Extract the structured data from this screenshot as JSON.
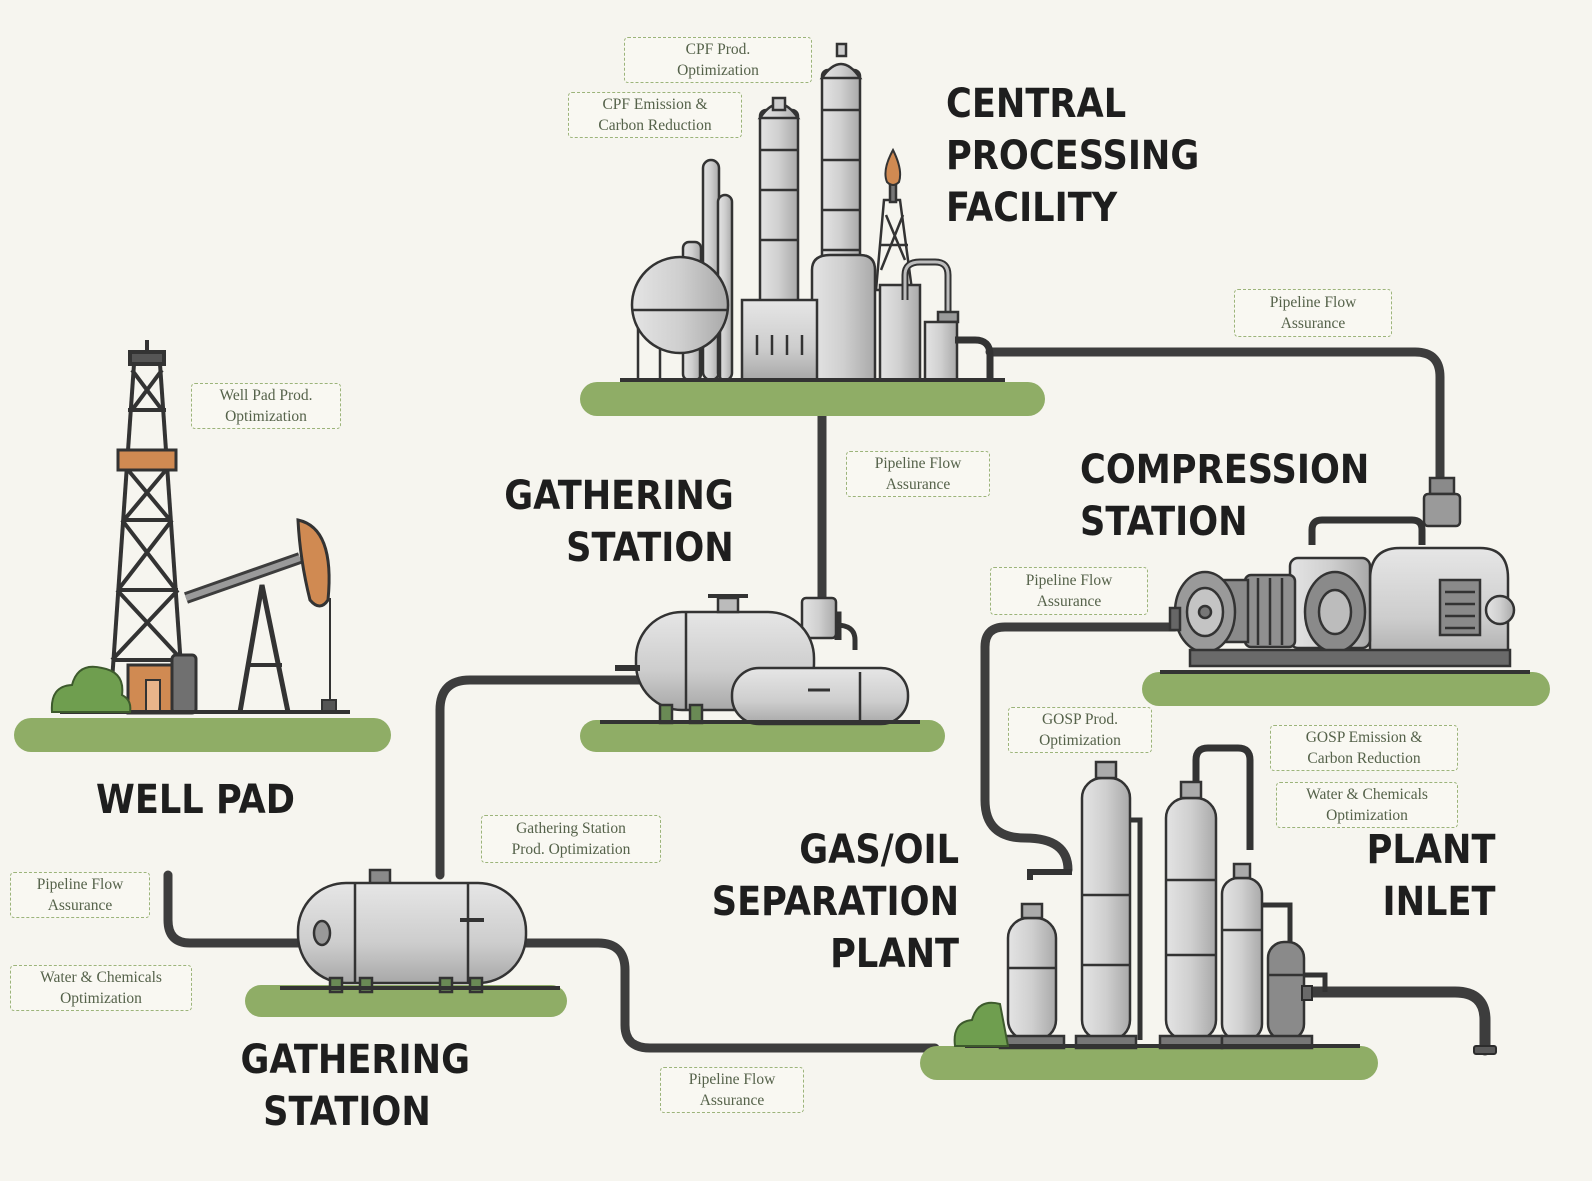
{
  "diagram": {
    "title": "",
    "colors": {
      "background": "#f6f5ef",
      "ground": "#8fad66",
      "pipe": "#3d3d3d",
      "equipment": "#c8c8c8",
      "outline": "#333333",
      "accent_orange": "#d08a52",
      "bush": "#6f9e4f",
      "tag_border": "#9cb47a"
    },
    "facilities": {
      "central_processing": {
        "label": [
          "CENTRAL",
          "PROCESSING",
          "FACILITY"
        ],
        "icon": "refinery-icon"
      },
      "gathering_station_upper": {
        "label": [
          "GATHERING",
          "STATION"
        ],
        "icon": "separator-tanks-icon"
      },
      "compression_station": {
        "label": [
          "COMPRESSION",
          "STATION"
        ],
        "icon": "compressor-icon"
      },
      "well_pad": {
        "label": [
          "WELL PAD"
        ],
        "icon": "drilling-rig-icon"
      },
      "gas_oil_separation_plant": {
        "label": [
          "GAS/OIL",
          "SEPARATION",
          "PLANT"
        ],
        "icon": "separation-columns-icon"
      },
      "plant_inlet": {
        "label": [
          "PLANT",
          "INLET"
        ],
        "icon": "inlet-pipe-icon"
      },
      "gathering_station_lower": {
        "label": [
          "GATHERING",
          "STATION"
        ],
        "icon": "storage-tank-icon"
      }
    },
    "tags": {
      "cpf_prod": [
        "CPF Prod.",
        "Optimization"
      ],
      "cpf_emission": [
        "CPF Emission &",
        "Carbon Reduction"
      ],
      "pipeline_cpf_compression": [
        "Pipeline Flow",
        "Assurance"
      ],
      "well_pad_prod": [
        "Well Pad Prod.",
        "Optimization"
      ],
      "pipeline_gathering_cpf": [
        "Pipeline Flow",
        "Assurance"
      ],
      "pipeline_compression_gosp": [
        "Pipeline Flow",
        "Assurance"
      ],
      "gosp_prod": [
        "GOSP Prod.",
        "Optimization"
      ],
      "gosp_emission": [
        "GOSP Emission &",
        "Carbon Reduction"
      ],
      "water_chem_gosp": [
        "Water & Chemicals",
        "Optimization"
      ],
      "gathering_prod": [
        "Gathering Station",
        "Prod. Optimization"
      ],
      "pipeline_wellpad": [
        "Pipeline Flow",
        "Assurance"
      ],
      "water_chem_wellpad": [
        "Water & Chemicals",
        "Optimization"
      ],
      "pipeline_gathering_gosp": [
        "Pipeline Flow",
        "Assurance"
      ]
    }
  }
}
